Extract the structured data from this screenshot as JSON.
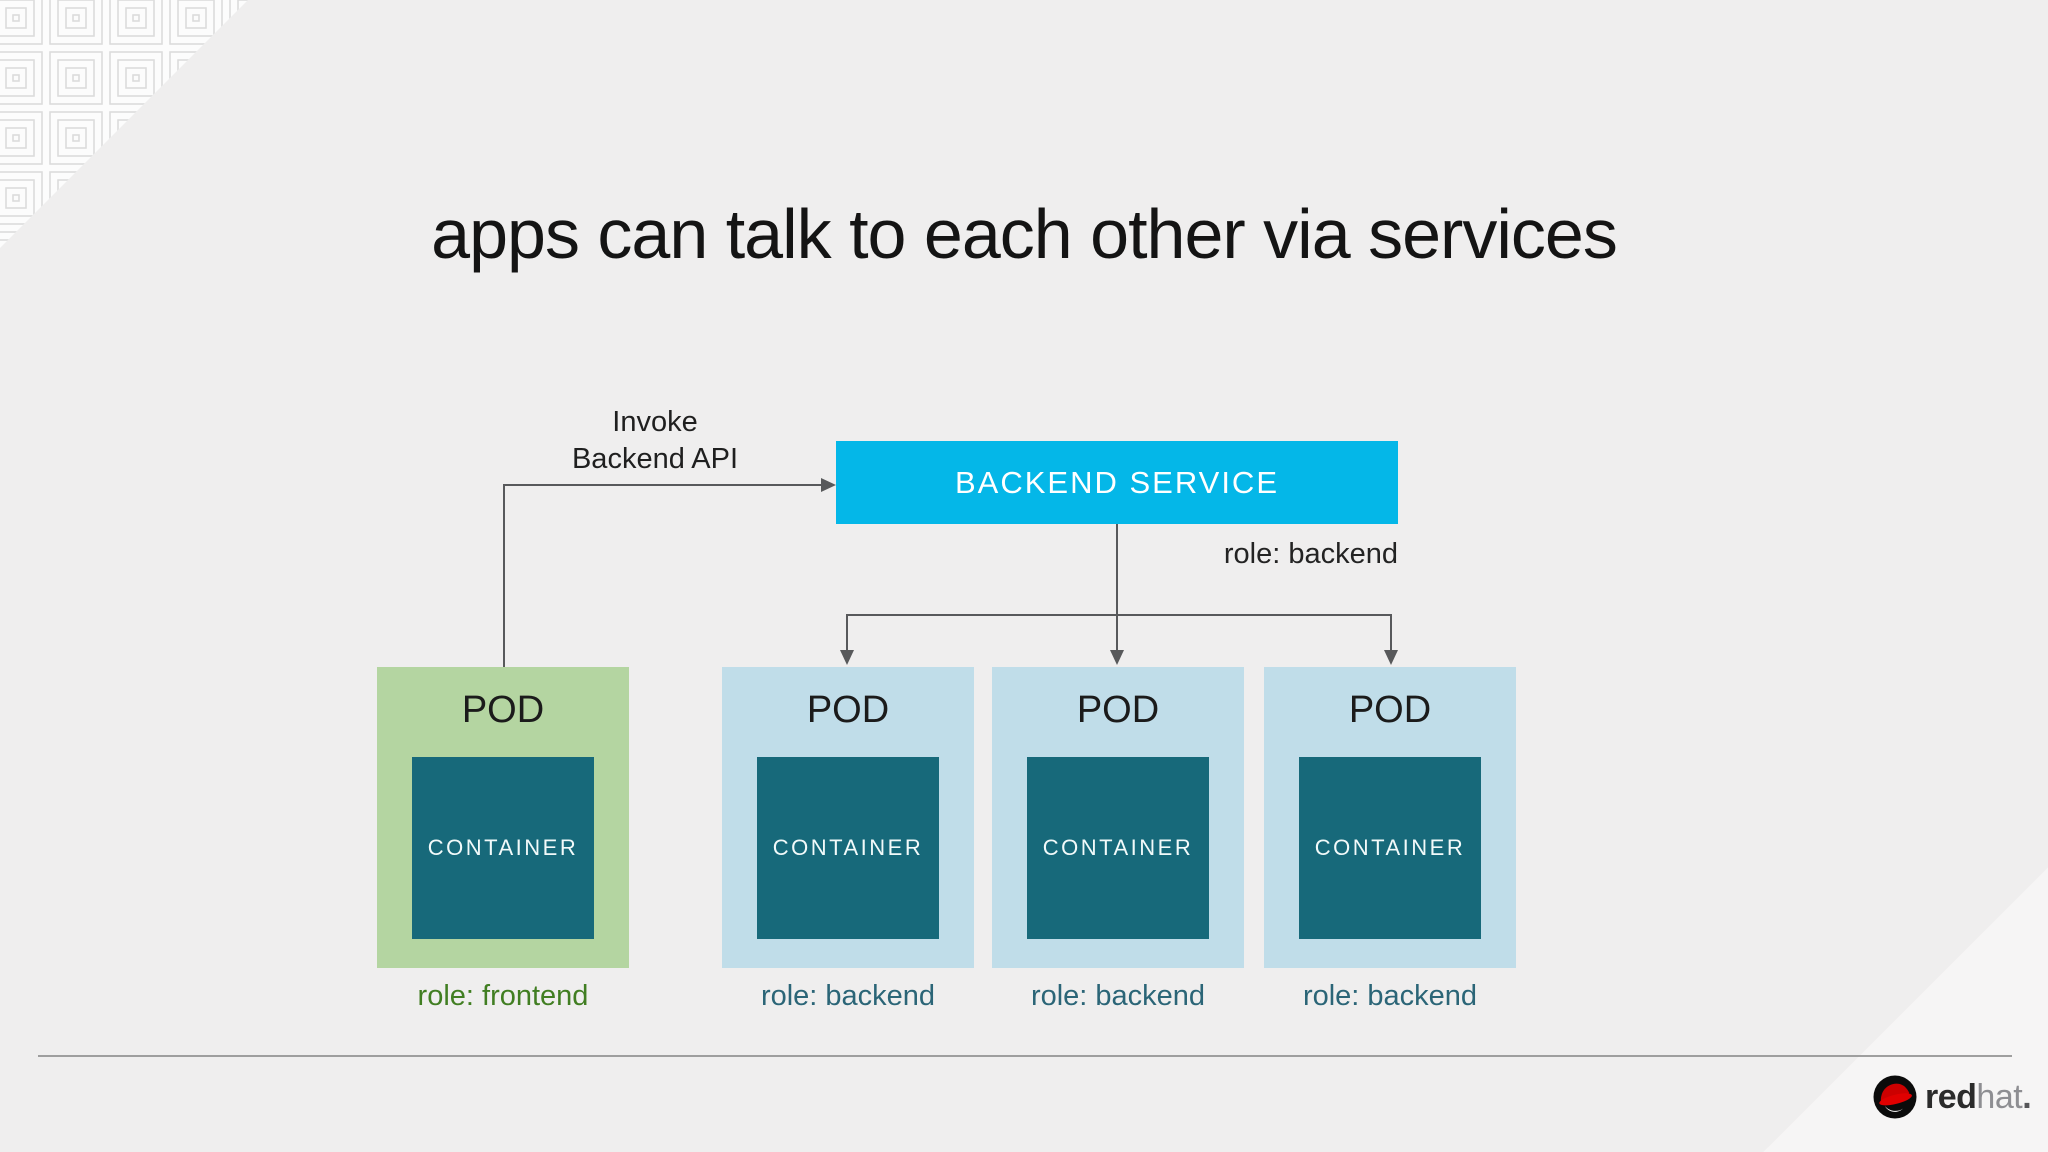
{
  "title": "apps can talk to each other via services",
  "arrow_label": {
    "line1": "Invoke",
    "line2": "Backend API"
  },
  "service": {
    "label": "BACKEND SERVICE",
    "role_label": "role: backend"
  },
  "pods": [
    {
      "name": "POD",
      "container": "CONTAINER",
      "role": "role: frontend",
      "type": "frontend"
    },
    {
      "name": "POD",
      "container": "CONTAINER",
      "role": "role: backend",
      "type": "backend"
    },
    {
      "name": "POD",
      "container": "CONTAINER",
      "role": "role: backend",
      "type": "backend"
    },
    {
      "name": "POD",
      "container": "CONTAINER",
      "role": "role: backend",
      "type": "backend"
    }
  ],
  "footer": {
    "brand_bold": "red",
    "brand_light": "hat",
    "brand_period": "."
  },
  "colors": {
    "background": "#efeeee",
    "service_fill": "#04b7e8",
    "pod_frontend_fill": "#b4d5a1",
    "pod_backend_fill": "#c0dde9",
    "container_fill": "#17697a",
    "role_frontend_text": "#417e22",
    "role_backend_text": "#2b6577",
    "connector_gray": "#58595b",
    "redhat_red": "#cc0000"
  }
}
